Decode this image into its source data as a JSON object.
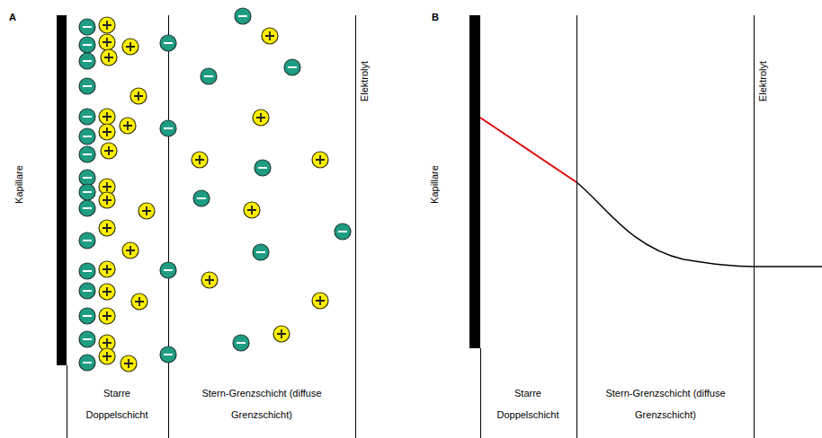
{
  "diagram": {
    "labels": [
      "A",
      "Kapillare",
      "Elektrolyt",
      "Starre Doppelschicht",
      "Stern-Grenzschicht (diffuse Grenzschicht)",
      "B",
      "Kapillare",
      "Elektrolyt",
      "Starre Doppelschicht",
      "Stern-Grenzschicht (diffuse Grenzschicht)"
    ]
  }
}
